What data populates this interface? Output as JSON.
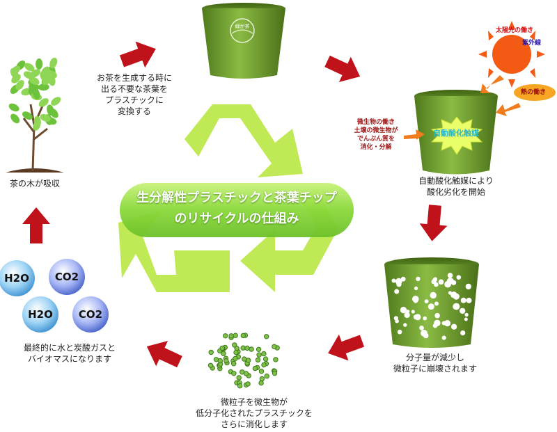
{
  "title_lines": [
    "生分解性プラスチックと茶葉チップ",
    "のリサイクルの仕組み"
  ],
  "steps": {
    "step1": [
      "お茶を生成する時に",
      "出る不要な茶葉を",
      "プラスチックに",
      "変換する"
    ],
    "step2": [
      "自動酸化触媒により",
      "酸化劣化を開始"
    ],
    "step3": [
      "分子量が減少し",
      "微粒子に崩壊されます"
    ],
    "step4": [
      "微粒子を微生物が",
      "低分子化されたプラスチックを",
      "さらに消化します"
    ],
    "step5": [
      "最終的に水と炭酸ガスと",
      "バイオマスになります"
    ],
    "step6": [
      "茶の木が吸収"
    ]
  },
  "annotations": {
    "sunlight": "太陽光の働き",
    "uv": "紫外線",
    "heat": "熱の働き",
    "catalyst": "自動酸化触媒",
    "microbe": [
      "微生物の働き",
      "土壌の微生物が",
      "でんぷん質を",
      "消化・分解"
    ]
  },
  "cup_logo": "緑が茶",
  "molecules": [
    "H2O",
    "CO2",
    "H2O",
    "CO2"
  ],
  "colors": {
    "arrow": "#c0121a",
    "cup": "#7aa83a",
    "recycle": "#b9e84a",
    "banner": "#8ee03a"
  }
}
